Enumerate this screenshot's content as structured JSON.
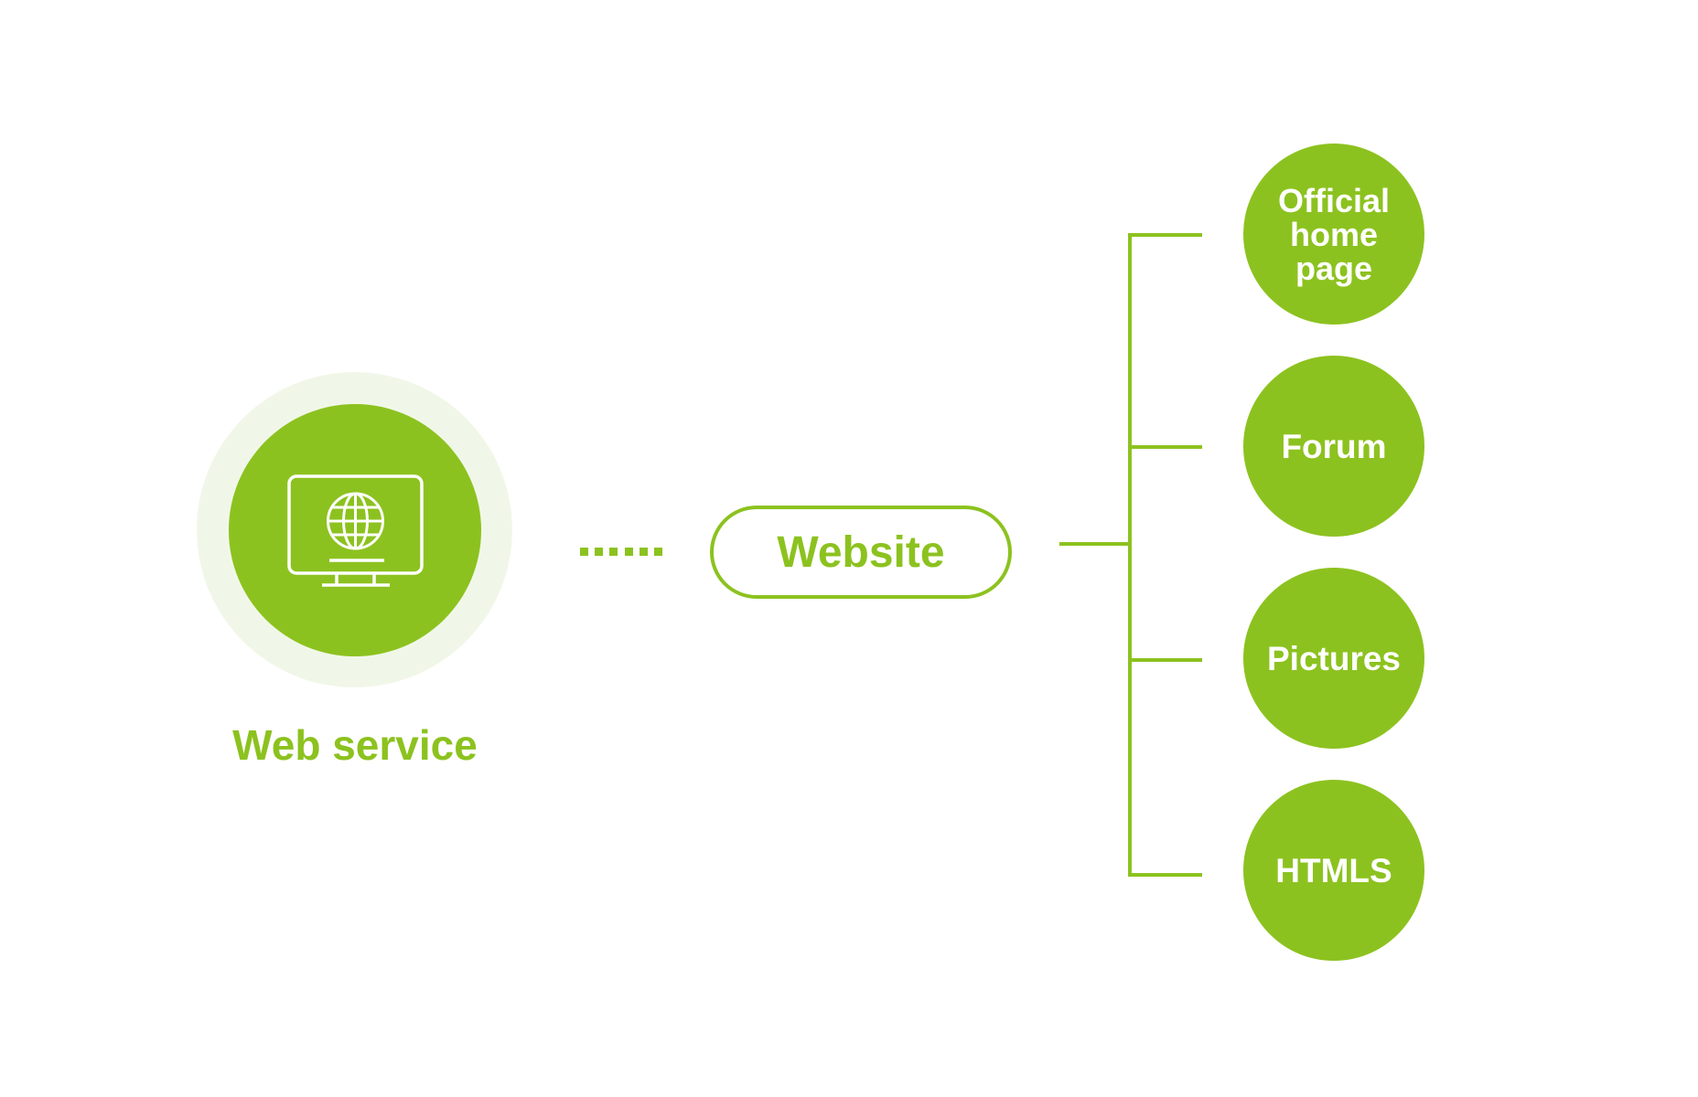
{
  "colors": {
    "accent": "#8cc21f",
    "halo": "#f1f7e8",
    "background": "#ffffff",
    "node_text": "#ffffff"
  },
  "source": {
    "icon": "monitor-globe-icon",
    "label": "Web service"
  },
  "hub": {
    "label": "Website"
  },
  "branches": [
    {
      "label": "Official home page"
    },
    {
      "label": "Forum"
    },
    {
      "label": "Pictures"
    },
    {
      "label": "HTMLS"
    }
  ]
}
